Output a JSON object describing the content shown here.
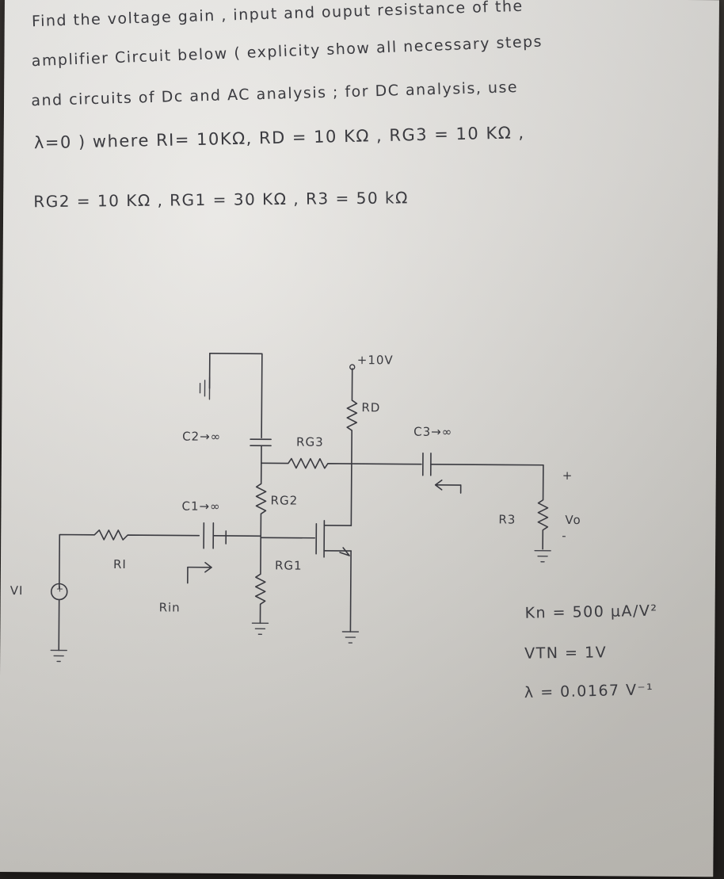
{
  "problem": {
    "line1": "Find the voltage gain , input and ouput resistance of the",
    "line2": "amplifier Circuit below ( explicity show all necessary steps",
    "line3": "and circuits of Dc and AC analysis ; for DC analysis, use",
    "line4": "λ=0 ) where RI= 10KΩ, RD = 10 KΩ , RG3 = 10 KΩ ,",
    "line5": "RG2 = 10 KΩ , RG1 = 30 KΩ , R3 = 50 kΩ"
  },
  "circuit": {
    "supply": "+10V",
    "rd": "RD",
    "rg3": "RG3",
    "rg2": "RG2",
    "rg1": "RG1",
    "ri": "RI",
    "r3": "R3",
    "c1": "C1→∞",
    "c2": "C2→∞",
    "c3": "C3→∞",
    "source": "VI",
    "source_plus": "+",
    "rin": "Rin",
    "vo": "Vo",
    "vo_plus": "+",
    "vo_minus": "-"
  },
  "parameters": {
    "kn": "Kn = 500 μA/V²",
    "vtn": "VTN = 1V",
    "lambda": "λ = 0.0167 V⁻¹"
  },
  "colors": {
    "ink": "#3b3b40",
    "paper": "#e4e2de",
    "background": "#2b2826"
  }
}
